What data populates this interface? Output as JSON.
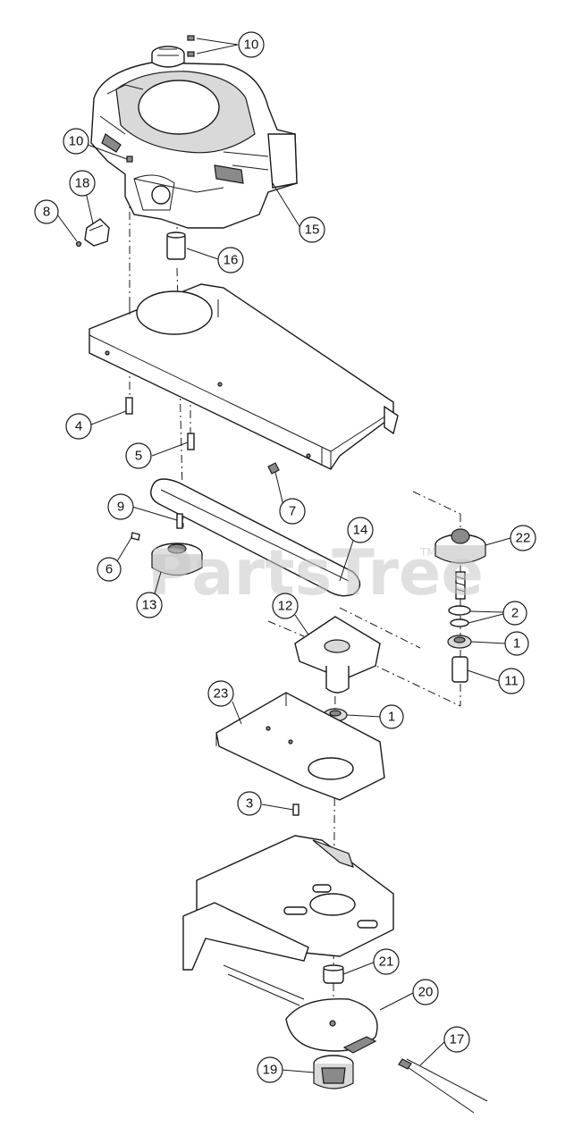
{
  "watermark": {
    "text": "PartsTree",
    "tm": "TM"
  },
  "callouts": [
    {
      "id": "c10a",
      "label": "10"
    },
    {
      "id": "c10b",
      "label": "10"
    },
    {
      "id": "c18",
      "label": "18"
    },
    {
      "id": "c8",
      "label": "8"
    },
    {
      "id": "c15",
      "label": "15"
    },
    {
      "id": "c16",
      "label": "16"
    },
    {
      "id": "c4",
      "label": "4"
    },
    {
      "id": "c5",
      "label": "5"
    },
    {
      "id": "c7",
      "label": "7"
    },
    {
      "id": "c9",
      "label": "9"
    },
    {
      "id": "c6",
      "label": "6"
    },
    {
      "id": "c13",
      "label": "13"
    },
    {
      "id": "c14",
      "label": "14"
    },
    {
      "id": "c22",
      "label": "22"
    },
    {
      "id": "c2",
      "label": "2"
    },
    {
      "id": "c1a",
      "label": "1"
    },
    {
      "id": "c11",
      "label": "11"
    },
    {
      "id": "c12",
      "label": "12"
    },
    {
      "id": "c23",
      "label": "23"
    },
    {
      "id": "c1b",
      "label": "1"
    },
    {
      "id": "c3",
      "label": "3"
    },
    {
      "id": "c21",
      "label": "21"
    },
    {
      "id": "c20",
      "label": "20"
    },
    {
      "id": "c17",
      "label": "17"
    },
    {
      "id": "c19",
      "label": "19"
    }
  ]
}
